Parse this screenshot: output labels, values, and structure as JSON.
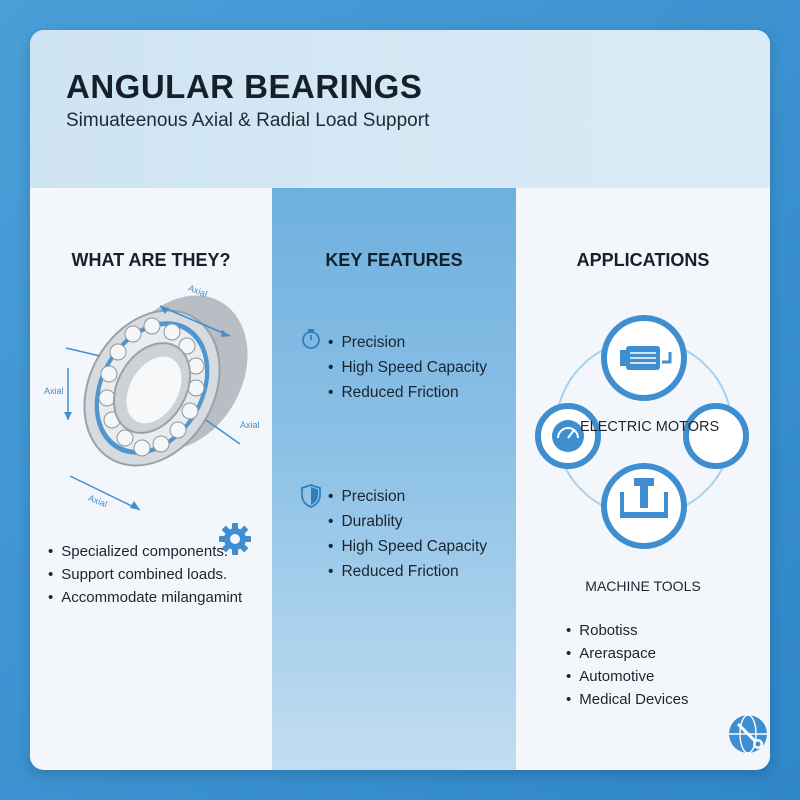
{
  "header": {
    "title": "ANGULAR BEARINGS",
    "subtitle": "Simuateenous Axial & Radial Load Support"
  },
  "what": {
    "heading": "WHAT ARE THEY?",
    "diagram_labels": [
      "Axial",
      "Axial",
      "Axial",
      "Axial"
    ],
    "items": [
      "Specialized components.",
      "Support combined loads.",
      "Accommodate milangamint"
    ]
  },
  "features": {
    "heading": "KEY FEATURES",
    "group1": [
      "Precision",
      "High Speed Capacity",
      "Reduced Friction"
    ],
    "group2": [
      "Precision",
      "Durablity",
      "High Speed Capacity",
      "Reduced Friction"
    ]
  },
  "applications": {
    "heading": "APPLICATIONS",
    "electric_motors": "ELECTRIC MOTORS",
    "machine_tools": "MACHINE TOOLS",
    "items": [
      "Robotiss",
      "Areraspace",
      "Automotive",
      "Medical Devices"
    ]
  },
  "colors": {
    "accent": "#3f8fd0",
    "accent_light": "#9ccbec",
    "text": "#16202b"
  }
}
